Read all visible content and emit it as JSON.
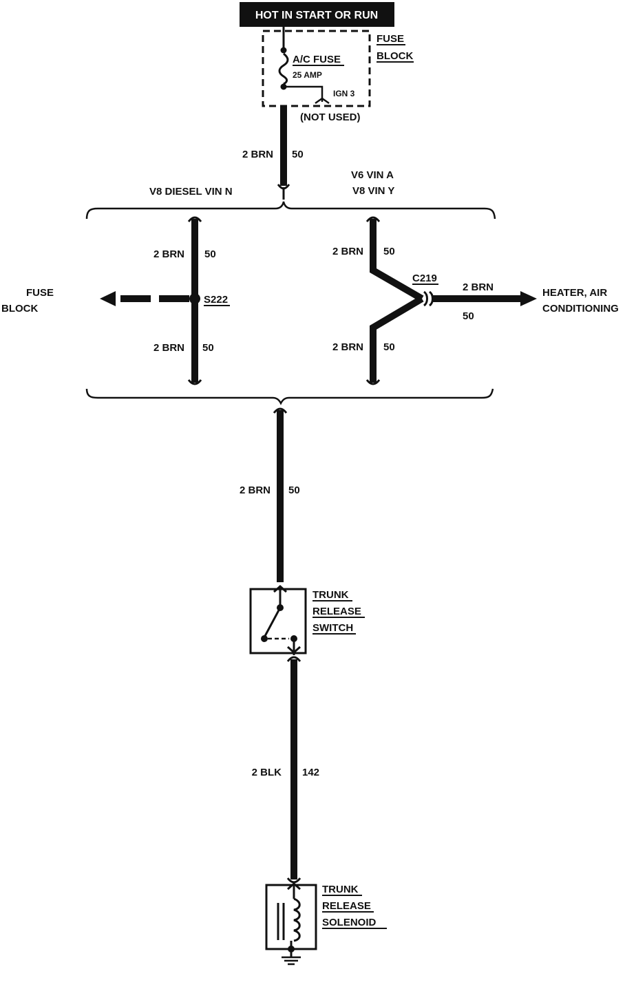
{
  "colors": {
    "wire": "#111111",
    "background": "#ffffff",
    "title_bg": "#111111",
    "title_text": "#ffffff"
  },
  "power_header": "HOT IN START OR RUN",
  "fuse_block": {
    "label_line1": "FUSE",
    "label_line2": "BLOCK",
    "fuse_name": "A/C FUSE",
    "fuse_rating": "25 AMP",
    "tap_name": "IGN 3",
    "tap_note": "(NOT USED)"
  },
  "wires": {
    "feed": {
      "gauge_color": "2 BRN",
      "circuit": "50"
    },
    "diesel_upper": {
      "gauge_color": "2 BRN",
      "circuit": "50"
    },
    "diesel_lower": {
      "gauge_color": "2 BRN",
      "circuit": "50"
    },
    "v6_upper": {
      "gauge_color": "2 BRN",
      "circuit": "50"
    },
    "v6_lower": {
      "gauge_color": "2 BRN",
      "circuit": "50"
    },
    "heater_branch": {
      "gauge_color": "2 BRN",
      "circuit": "50"
    },
    "to_switch": {
      "gauge_color": "2 BRN",
      "circuit": "50"
    },
    "to_solenoid": {
      "gauge_color": "2 BLK",
      "circuit": "142"
    }
  },
  "variants": {
    "diesel": "V8 DIESEL VIN N",
    "v6_line1": "V6 VIN A",
    "v6_line2": "V8 VIN Y"
  },
  "splice": {
    "id": "S222",
    "destination_line1": "FUSE",
    "destination_line2": "BLOCK"
  },
  "connector": {
    "id": "C219",
    "destination_line1": "HEATER, AIR",
    "destination_line2": "CONDITIONING"
  },
  "switch": {
    "line1": "TRUNK",
    "line2": "RELEASE",
    "line3": "SWITCH"
  },
  "solenoid": {
    "line1": "TRUNK",
    "line2": "RELEASE",
    "line3": "SOLENOID"
  }
}
